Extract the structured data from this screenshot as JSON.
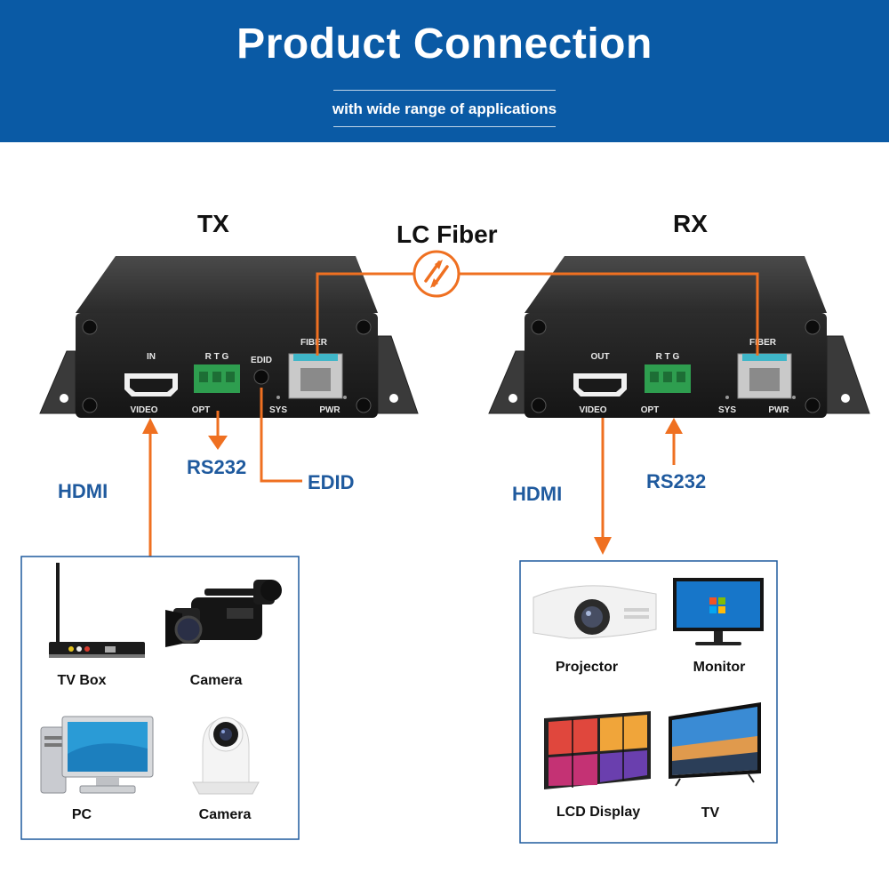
{
  "banner": {
    "title": "Product Connection",
    "subtitle": "with wide range of applications"
  },
  "diagram": {
    "tx_label": "TX",
    "rx_label": "RX",
    "fiber_label": "LC Fiber",
    "hdmi_in_label": "HDMI",
    "hdmi_out_label": "HDMI",
    "tx_rs232_label": "RS232",
    "rx_rs232_label": "RS232",
    "edid_label": "EDID"
  },
  "panel_text": {
    "tx": {
      "in": "IN",
      "video": "VIDEO",
      "rtg": "R T G",
      "opt": "OPT",
      "edid": "EDID",
      "sys": "SYS",
      "fiber": "FIBER",
      "pwr": "PWR"
    },
    "rx": {
      "out": "OUT",
      "video": "VIDEO",
      "rtg": "R T G",
      "opt": "OPT",
      "sys": "SYS",
      "fiber": "FIBER",
      "pwr": "PWR"
    }
  },
  "sources": [
    "TV Box",
    "Camera",
    "PC",
    "Camera"
  ],
  "displays": [
    "Projector",
    "Monitor",
    "LCD Display",
    "TV"
  ],
  "colors": {
    "banner": "#0a5aa5",
    "arrow": "#ef7021",
    "label_blue": "#1f5a9e",
    "box_border": "#1f5a9e",
    "device_body": "#2a2a2a",
    "terminal_green": "#2e9e4f"
  }
}
